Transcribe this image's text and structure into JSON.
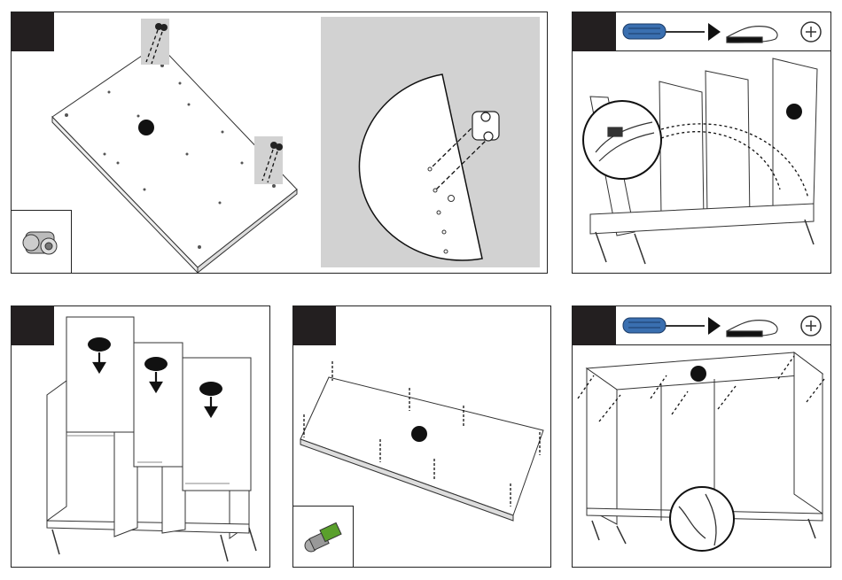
{
  "panels": [
    {
      "id": "step-1",
      "tool_strip": false,
      "thumbnail": "cam-lock-fitting"
    },
    {
      "id": "step-2",
      "tool_strip": true,
      "tools": [
        "screwdriver-icon",
        "hand-turning-icon",
        "rotate-clockwise-icon"
      ]
    },
    {
      "id": "step-3",
      "tool_strip": false
    },
    {
      "id": "step-4",
      "tool_strip": false,
      "thumbnail": "cam-bolt-dowel"
    },
    {
      "id": "step-5",
      "tool_strip": true,
      "tools": [
        "screwdriver-icon",
        "hand-turning-icon",
        "rotate-clockwise-icon"
      ]
    }
  ],
  "colors": {
    "step_tab": "#231f20",
    "screwdriver_handle": "#3a6fb0",
    "detail_background": "#d2d2d2",
    "dowel_green": "#5aa02c"
  }
}
